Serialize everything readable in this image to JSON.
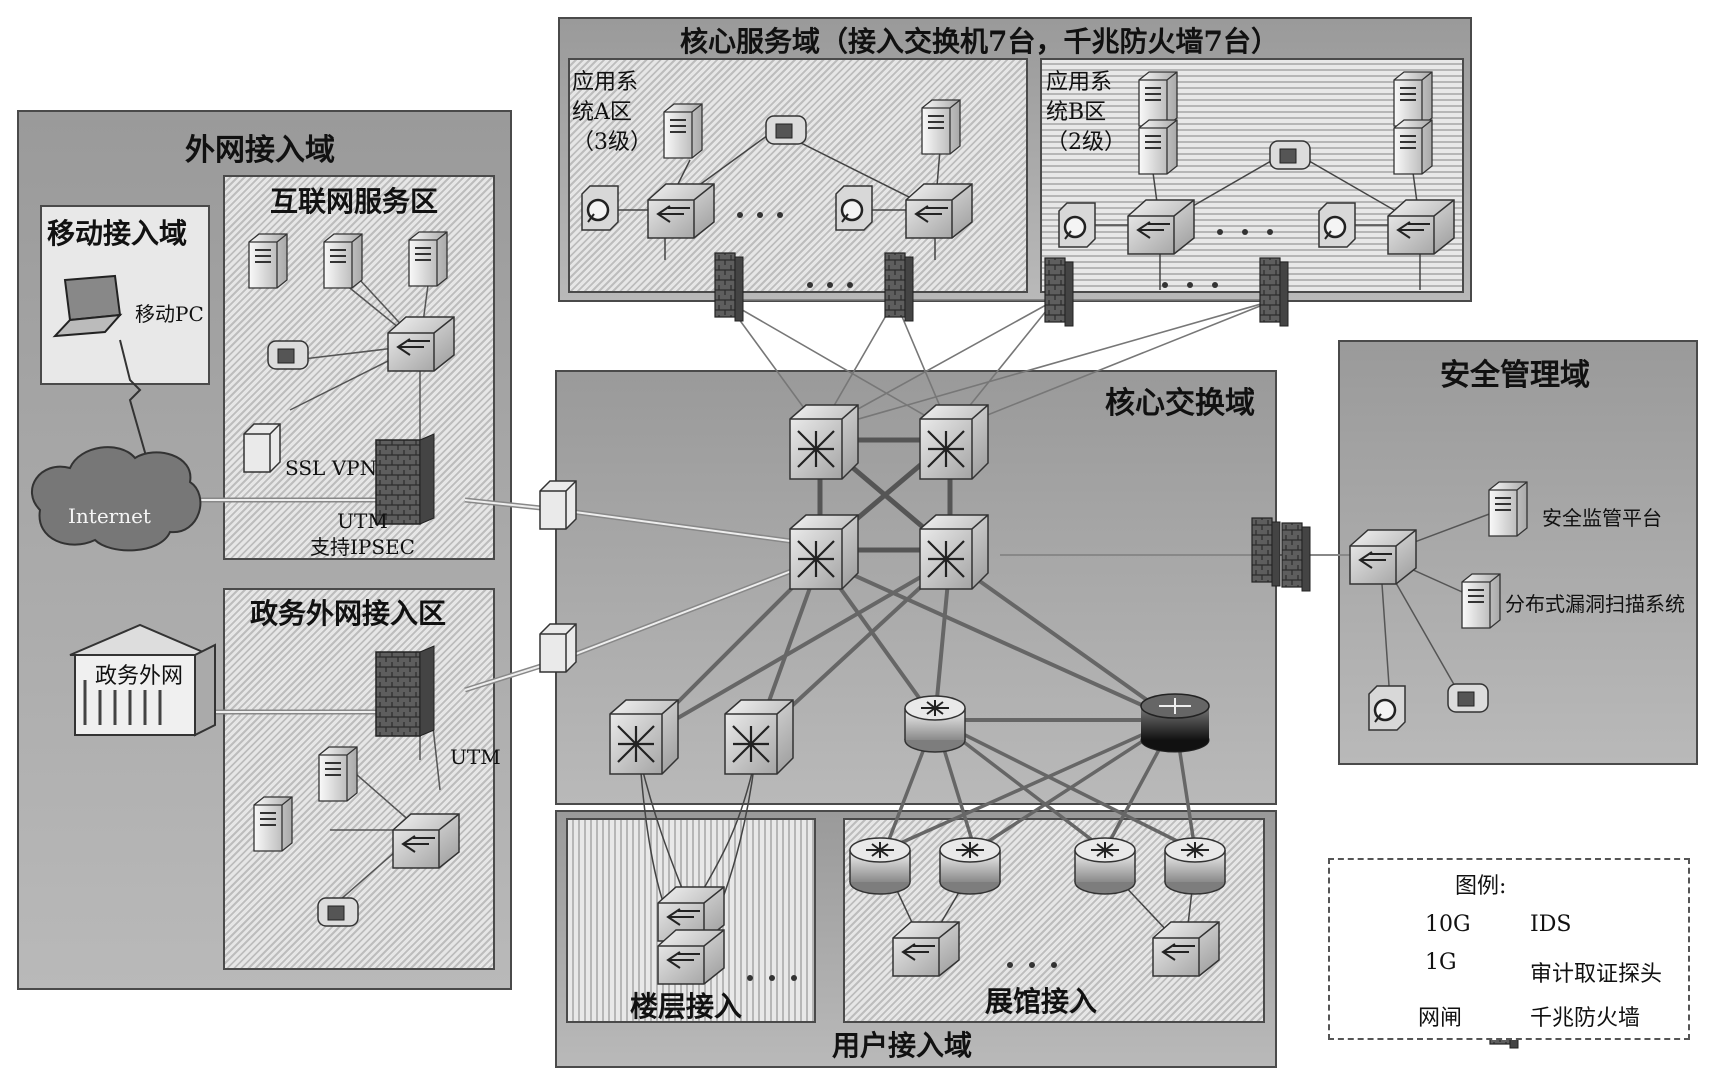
{
  "zones": {
    "core_service": "核心服务域（接入交换机7台，千兆防火墙7台）",
    "app_a": "应用系\n统A区\n（3级）",
    "app_b": "应用系\n统B区\n（2级）",
    "external": "外网接入域",
    "mobile": "移动接入域",
    "mobile_pc": "移动PC",
    "internet_service": "互联网服务区",
    "ssl_vpn": "SSL VPN",
    "utm_ipsec": "UTM\n支持IPSEC",
    "internet": "Internet",
    "gov_access": "政务外网接入区",
    "gov_net": "政务外网",
    "utm": "UTM",
    "core_switch": "核心交换域",
    "security_mgmt": "安全管理域",
    "sec_platform": "安全监管平台",
    "vuln_scan": "分布式漏洞扫描系统",
    "user_access": "用户接入域",
    "floor_access": "楼层接入",
    "hall_access": "展馆接入"
  },
  "legend": {
    "title": "图例:",
    "line_10g": "10G",
    "line_1g": "1G",
    "ids": "IDS",
    "audit": "审计取证探头",
    "gateway": "网闸",
    "firewall": "千兆防火墙"
  }
}
